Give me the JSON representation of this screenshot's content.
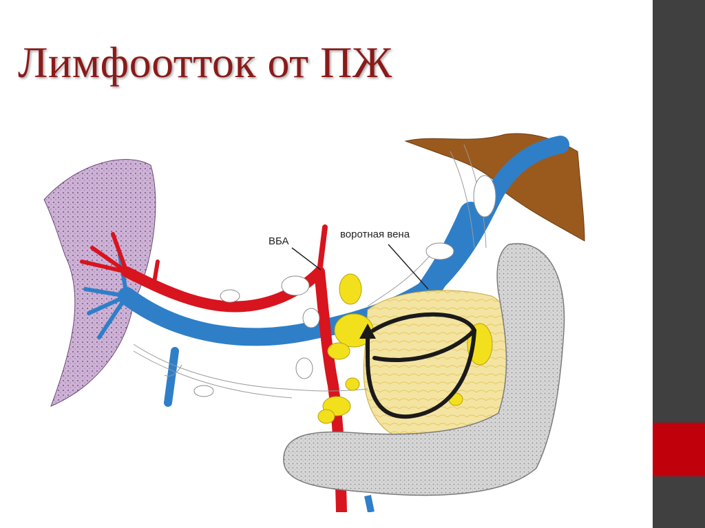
{
  "title": "Лимфоотток от ПЖ",
  "labels": {
    "vba": "ВБА",
    "portal_vein": "воротная вена"
  },
  "colors": {
    "title": "#8a1a1a",
    "side_bar": "#404040",
    "side_accent": "#c0000a",
    "artery": "#d8141e",
    "vein": "#2f7fc8",
    "lymph_node": "#f2e01c",
    "pancreas": "#f3e3a0",
    "duodenum": "#cfcfcf",
    "spleen": "#b98fc4",
    "liver": "#9a5a1e"
  }
}
